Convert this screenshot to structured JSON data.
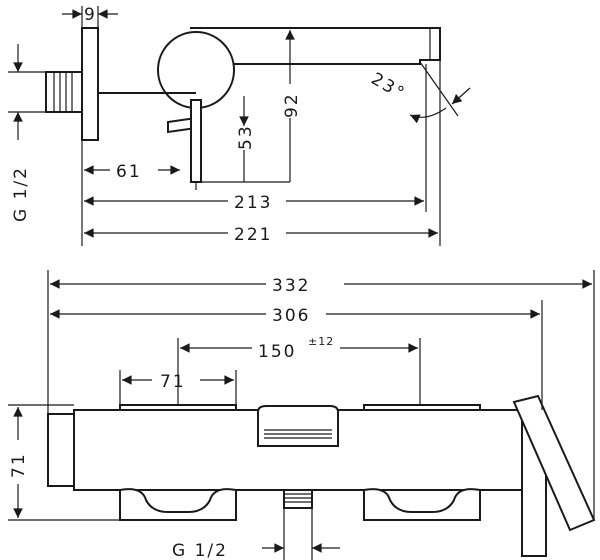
{
  "side_view": {
    "dim_wall_thickness": "9",
    "dim_thread": "G 1/2",
    "dim_lever_offset": "61",
    "dim_body_height": "53",
    "dim_spout_height": "92",
    "dim_depth_inner": "213",
    "dim_depth_outer": "221",
    "dim_angle": "23°"
  },
  "front_view": {
    "dim_total_width": "332",
    "dim_body_width": "306",
    "dim_centers": "150",
    "dim_centers_tol": "±12",
    "dim_eccentric": "71",
    "dim_height": "71",
    "dim_thread": "G 1/2"
  }
}
